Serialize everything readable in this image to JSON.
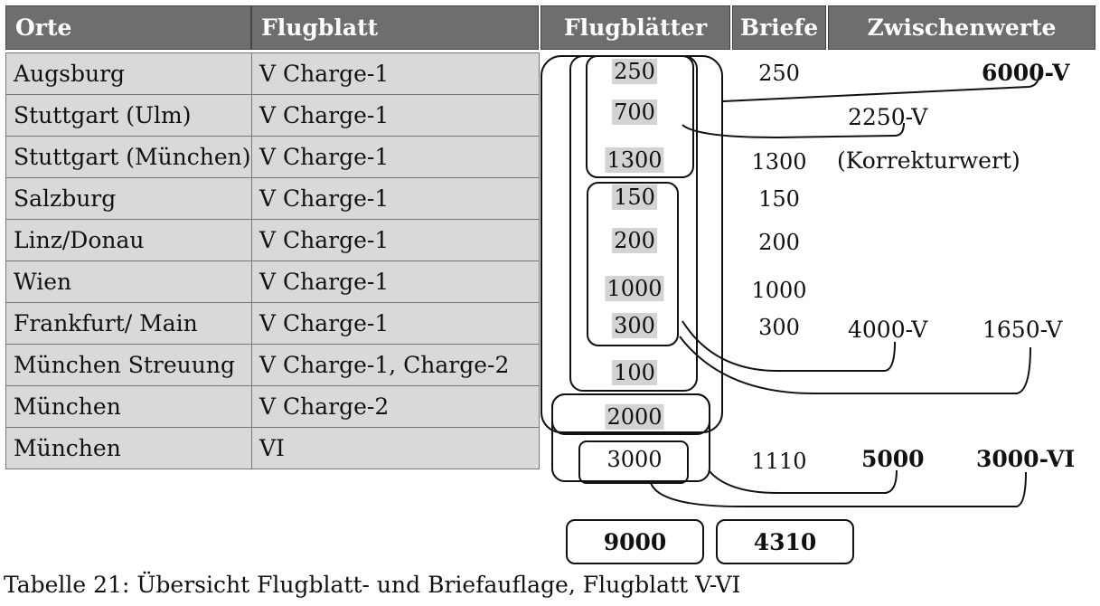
{
  "headers": {
    "orte": "Orte",
    "flugblatt": "Flugblatt",
    "flugblaetter": "Flugblätter",
    "briefe": "Briefe",
    "zwischenwerte": "Zwischenwerte"
  },
  "rows": [
    {
      "ort": "Augsburg",
      "flugblatt": "V Charge-1",
      "flugblaetter": "250",
      "briefe": "250"
    },
    {
      "ort": "Stuttgart (Ulm)",
      "flugblatt": "V Charge-1",
      "flugblaetter": "700",
      "briefe": ""
    },
    {
      "ort": "Stuttgart (München)",
      "flugblatt": "V Charge-1",
      "flugblaetter": "1300",
      "briefe": "1300"
    },
    {
      "ort": "Salzburg",
      "flugblatt": "V Charge-1",
      "flugblaetter": "150",
      "briefe": "150"
    },
    {
      "ort": "Linz/Donau",
      "flugblatt": "V Charge-1",
      "flugblaetter": "200",
      "briefe": "200"
    },
    {
      "ort": "Wien",
      "flugblatt": "V Charge-1",
      "flugblaetter": "1000",
      "briefe": "1000"
    },
    {
      "ort": "Frankfurt/ Main",
      "flugblatt": "V Charge-1",
      "flugblaetter": "300",
      "briefe": "300"
    },
    {
      "ort": "München Streuung",
      "flugblatt": "V Charge-1, Charge-2",
      "flugblaetter": "100",
      "briefe": ""
    },
    {
      "ort": "München",
      "flugblatt": "V Charge-2",
      "flugblaetter": "2000",
      "briefe": ""
    },
    {
      "ort": "München",
      "flugblatt": "VI",
      "flugblaetter": "3000",
      "briefe": "1110"
    }
  ],
  "zwischenwerte": {
    "v_6000": "6000-V",
    "v_2250": "2250-V",
    "korrektur": "(Korrekturwert)",
    "v_4000": "4000-V",
    "v_1650": "1650-V",
    "total_5000": "5000",
    "vi_3000": "3000-VI"
  },
  "totals": {
    "flugblaetter": "9000",
    "briefe": "4310"
  },
  "caption": "Tabelle 21: Übersicht Flugblatt- und Briefauflage, Flugblatt V-VI"
}
